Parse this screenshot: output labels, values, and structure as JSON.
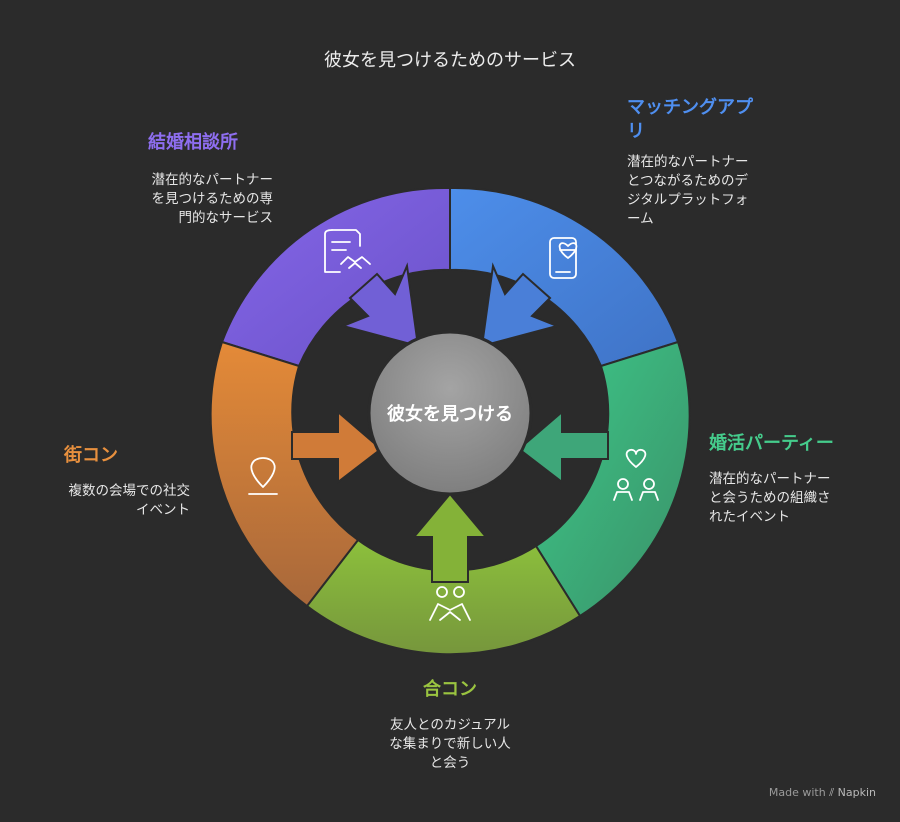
{
  "title": "彼女を見つけるためのサービス",
  "center": "彼女を見つける",
  "segments": {
    "marriage_agency": {
      "title": "結婚相談所",
      "lines": [
        "潜在的なパートナー",
        "を見つけるための専",
        "門的なサービス"
      ],
      "color": "#7b61e0",
      "icon": "handshake-contract-icon"
    },
    "matching_app": {
      "title_lines": [
        "マッチングアプ",
        "リ"
      ],
      "lines": [
        "潜在的なパートナー",
        "とつながるためのデ",
        "ジタルプラットフォ",
        "ーム"
      ],
      "color": "#4a86e0",
      "icon": "phone-heart-icon"
    },
    "konkatsu_party": {
      "title": "婚活パーティー",
      "lines": [
        "潜在的なパートナー",
        "と会うための組織さ",
        "れたイベント"
      ],
      "color": "#3fbf80",
      "icon": "couple-heart-icon"
    },
    "goukon": {
      "title": "合コン",
      "lines": [
        "友人とのカジュアル",
        "な集まりで新しい人",
        "と会う"
      ],
      "color": "#8ab83a",
      "icon": "people-meeting-icon"
    },
    "machikon": {
      "title": "街コン",
      "lines": [
        "複数の会場での社交",
        "イベント"
      ],
      "color": "#e0873a",
      "icon": "location-pin-icon"
    }
  },
  "watermark": {
    "prefix": "Made with",
    "brand": "Napkin"
  }
}
